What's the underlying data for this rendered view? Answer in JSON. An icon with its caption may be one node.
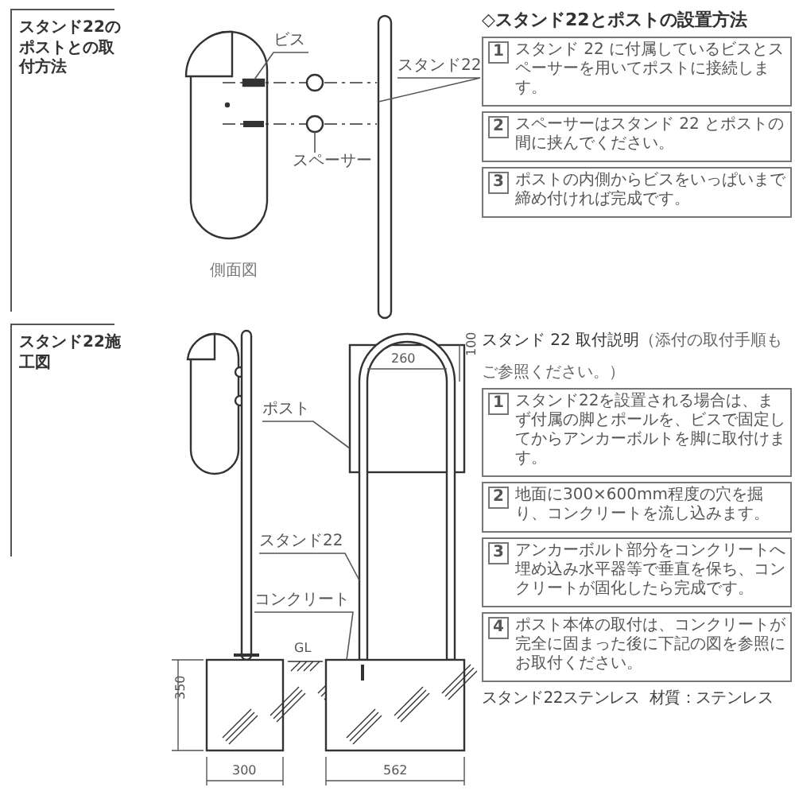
{
  "diagram": {
    "nodes": [
      {
        "text": [
          "ビス"
        ]
      },
      {
        "text": [],
        "shape": "bar"
      },
      {
        "text": [
          "スペーサー"
        ]
      },
      {
        "text": [],
        "shape": "circle"
      },
      {
        "text": [
          "スタンド22"
        ]
      },
      {
        "text": [],
        "shape": "bar"
      },
      {
        "text": [
          "1",
          "スタンド 22 に付属しているビスとスペーサーを用いてポストに接続します。"
        ]
      },
      {
        "text": [
          "2",
          "スペーサーはスタンド 22 とポストの間に挟んでください。"
        ]
      },
      {
        "text": [
          "3",
          "ポストの内側からビスをいっぱいまで締め付ければ完成です。"
        ]
      },
      {
        "text": [
          "ポスト"
        ]
      },
      {
        "text": [],
        "shape": "box"
      },
      {
        "text": [
          "スタンド22"
        ]
      },
      {
        "text": [],
        "shape": "picture"
      },
      {
        "text": [
          "コンクリート"
        ]
      },
      {
        "text": [],
        "shape": "box"
      },
      {
        "text": [
          "1",
          "スタンド22を設置される場合は、まず付属の脚とポールを、ビスで固定してからアンカーボルトを脚に取付けます。"
        ]
      },
      {
        "text": [
          "2",
          "地面に300×600mm程度の穴を掘り、コンクリートを流し込みます。"
        ]
      },
      {
        "text": [
          "3",
          "アンカーボルト部分をコンクリートへ埋め込み水平器等で垂直を保ち、コンクリートが固化したら完成です。"
        ]
      },
      {
        "text": [
          "4",
          "ポスト本体の取付は、コンクリートが完全に固まった後に下記の図を参照にお取付ください。"
        ]
      },
      {
        "text": [],
        "shape": "circle"
      }
    ],
    "edges": [
      {
        "from": 0,
        "to": 1,
        "arrow": "none"
      },
      {
        "from": 2,
        "to": 19,
        "arrow": "none"
      },
      {
        "from": 4,
        "to": 5,
        "arrow": "none"
      },
      {
        "from": 9,
        "to": 10,
        "arrow": "none"
      },
      {
        "from": 11,
        "to": 12,
        "arrow": "none"
      },
      {
        "from": 13,
        "to": 14,
        "arrow": "none"
      }
    ],
    "labels": [
      "スタンド22のポストとの取付方法",
      "側面図",
      "◇スタンド22とポストの設置方法",
      "スタンド22施工図",
      "260",
      "100",
      "GL",
      "350",
      "300",
      "562",
      "スタンド 22 取付説明",
      "（添付の取付手順もご参照ください。）",
      "スタンド22ステンレス",
      "材質：ステンレス"
    ]
  }
}
